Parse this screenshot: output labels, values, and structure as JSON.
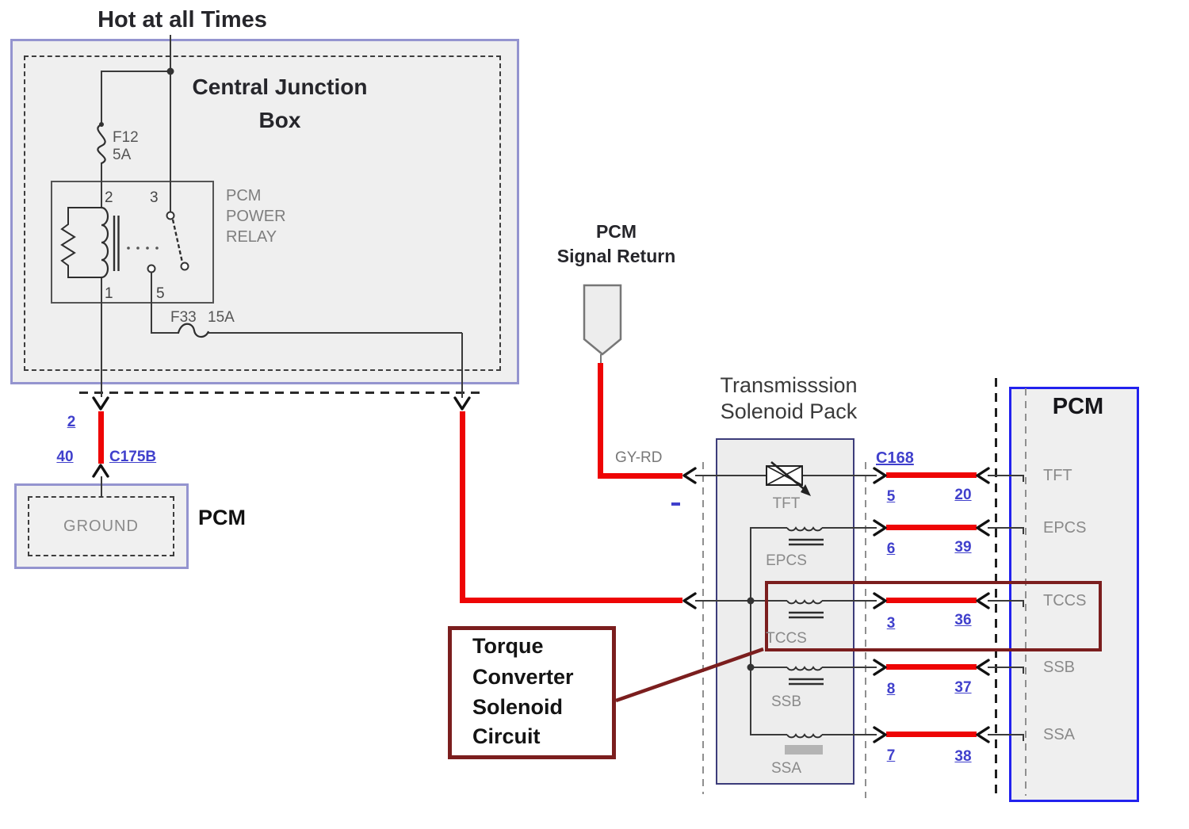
{
  "header": {
    "hot_label": "Hot at all Times"
  },
  "cjb": {
    "title1": "Central Junction",
    "title2": "Box",
    "f12": {
      "name": "F12",
      "rating": "5A"
    },
    "relay": {
      "l1": "PCM",
      "l2": "POWER",
      "l3": "RELAY",
      "pin2": "2",
      "pin3": "3",
      "pin1": "1",
      "pin5": "5"
    },
    "f33": {
      "name": "F33",
      "rating": "15A"
    }
  },
  "ground_path": {
    "pin_upper": "2",
    "pin_lower": "40",
    "connector": "C175B"
  },
  "pcm_ground": {
    "label": "GROUND",
    "title": "PCM"
  },
  "signal_return": {
    "t1": "PCM",
    "t2": "Signal Return",
    "wire_code": "GY-RD",
    "dash": "-"
  },
  "pack": {
    "t1": "Transmisssion",
    "t2": "Solenoid Pack",
    "connector": "C168"
  },
  "rows": [
    {
      "solenoid": "TFT",
      "pcm_label": "TFT",
      "pack_pin": "5",
      "pcm_pin": "20"
    },
    {
      "solenoid": "EPCS",
      "pcm_label": "EPCS",
      "pack_pin": "6",
      "pcm_pin": "39"
    },
    {
      "solenoid": "TCCS",
      "pcm_label": "TCCS",
      "pack_pin": "3",
      "pcm_pin": "36"
    },
    {
      "solenoid": "SSB",
      "pcm_label": "SSB",
      "pack_pin": "8",
      "pcm_pin": "37"
    },
    {
      "solenoid": "SSA",
      "pcm_label": "SSA",
      "pack_pin": "7",
      "pcm_pin": "38"
    }
  ],
  "callout": {
    "l1": "Torque",
    "l2": "Converter",
    "l3": "Solenoid",
    "l4": "Circuit"
  },
  "pcm": {
    "title": "PCM"
  },
  "colors": {
    "wire_highlight": "#ee0505",
    "circuit_highlight": "#7b1e1e",
    "pcm_border": "#2222ee",
    "pack_border": "#3c3c7a",
    "junction_box_border": "#9494cf",
    "pin_text": "#4040cc"
  }
}
